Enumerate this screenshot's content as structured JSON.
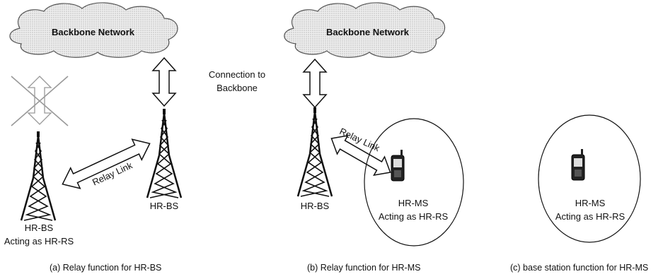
{
  "panels": {
    "a": {
      "cloud_label": "Backbone Network",
      "bs_label": "HR-BS",
      "rs_label_line1": "HR-BS",
      "rs_label_line2": "Acting as HR-RS",
      "relay_link": "Relay Link",
      "caption": "(a) Relay function for HR-BS"
    },
    "b": {
      "cloud_label": "Backbone Network",
      "connection_label_line1": "Connection to",
      "connection_label_line2": "Backbone",
      "bs_label": "HR-BS",
      "relay_link": "Relay Link",
      "ms_label_line1": "HR-MS",
      "ms_label_line2": "Acting as HR-RS",
      "caption": "(b) Relay function for HR-MS"
    },
    "c": {
      "ms_label_line1": "HR-MS",
      "ms_label_line2": "Acting as HR-RS",
      "caption": "(c) base station function for HR-MS"
    }
  },
  "icons": [
    "cloud-icon",
    "tower-icon",
    "double-arrow-icon",
    "phone-icon",
    "cross-icon"
  ]
}
